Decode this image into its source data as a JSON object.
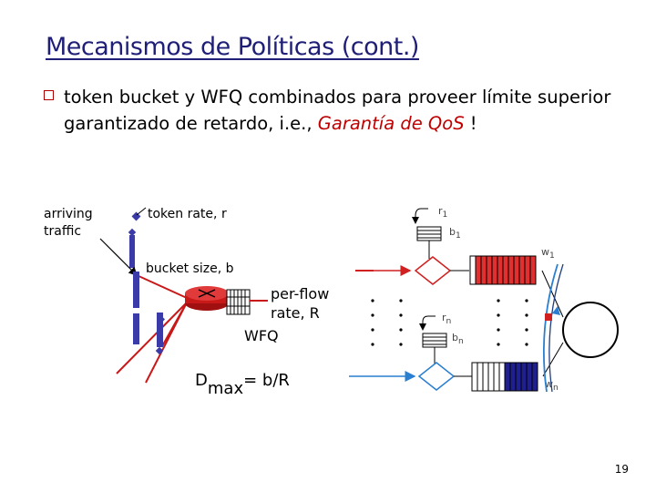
{
  "slide": {
    "title": "Mecanismos de Políticas (cont.)",
    "bullet": {
      "text_main": "token bucket y WFQ combinados para proveer límite superior garantizado de retardo, i.e., ",
      "text_red": "Garantía de QoS",
      "text_end": " !"
    },
    "page_number": "19"
  },
  "left_diagram": {
    "arriving_traffic": "arriving\ntraffic",
    "token_rate": "token rate, r",
    "bucket_size": "bucket size, b",
    "per_flow_rate": "per-flow\nrate, R",
    "wfq": "WFQ",
    "dmax_main": "D",
    "dmax_sub": "max",
    "dmax_rest": "= b/R"
  },
  "right_diagram": {
    "r1": "r",
    "r1_sub": "1",
    "b1": "b",
    "b1_sub": "1",
    "w1": "w",
    "w1_sub": "1",
    "rn": "r",
    "rn_sub": "n",
    "bn": "b",
    "bn_sub": "n",
    "wn": "w",
    "wn_sub": "n"
  },
  "colors": {
    "title": "#1f1f78",
    "accent_red": "#c00000",
    "packet_blue": "#3a3aa8",
    "queue_red": "#e03030",
    "queue_blue": "#1f1f90",
    "router_red": "#c81818",
    "arrow_blue": "#2a7fd0"
  }
}
